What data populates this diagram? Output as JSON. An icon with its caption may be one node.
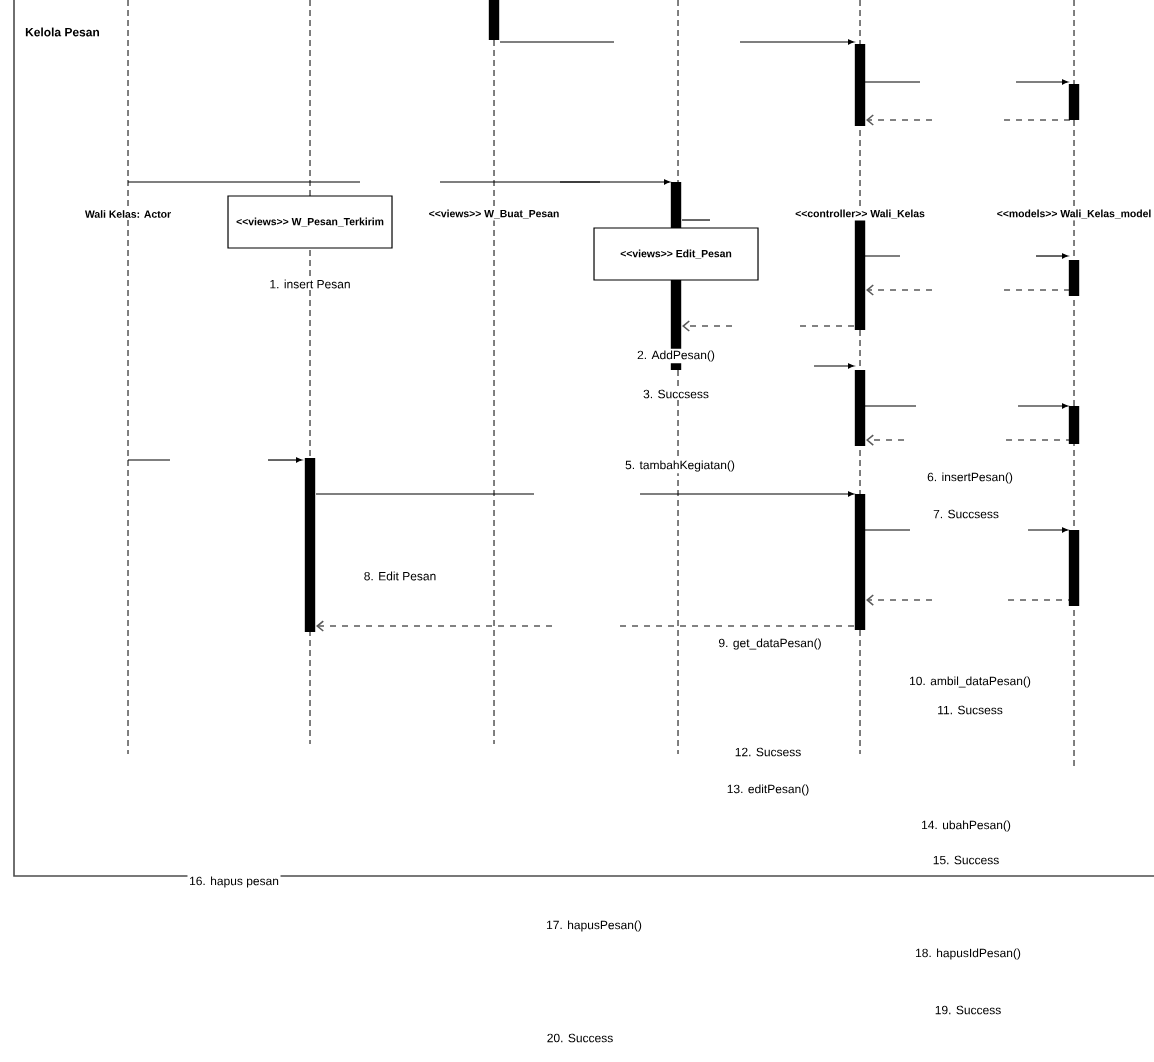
{
  "diagram": {
    "title": "Kelola Pesan",
    "nodes": [
      {
        "text": [
          "Wali Kelas: Actor"
        ]
      },
      {
        "text": [
          "<<views>> W_Pesan_Terkirim"
        ]
      },
      {
        "text": [
          "<<views>> W_Buat_Pesan"
        ]
      },
      {
        "text": [
          "<<views>> Edit_Pesan"
        ]
      },
      {
        "text": [
          "<<controller>> Wali_Kelas"
        ]
      },
      {
        "text": [
          "<<models>> Wali_Kelas_model"
        ]
      }
    ],
    "labels": [
      "1. insert Pesan",
      "2. AddPesan()",
      "3. Succsess",
      "5. tambahKegiatan()",
      "6. insertPesan()",
      "7. Succsess",
      "8. Edit Pesan",
      "9. get_dataPesan()",
      "10. ambil_dataPesan()",
      "11. Sucsess",
      "12. Sucsess",
      "13. editPesan()",
      "14. ubahPesan()",
      "15. Success",
      "16. hapus pesan",
      "17. hapusPesan()",
      "18. hapusIdPesan()",
      "19. Success",
      "20. Success"
    ]
  }
}
